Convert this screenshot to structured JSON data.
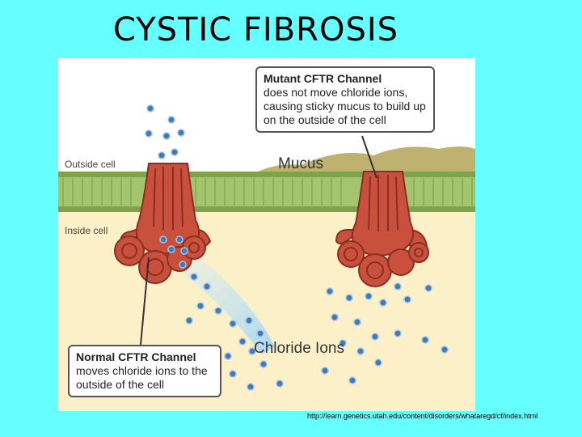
{
  "slide": {
    "title": "CYSTIC FIBROSIS",
    "source_url": "http://learn.genetics.utah.edu/content/disorders/whataregd/cf/index.html"
  },
  "figure": {
    "labels": {
      "outside_cell": "Outside cell",
      "inside_cell": "Inside cell",
      "mucus": "Mucus",
      "chloride_ions": "Chloride Ions"
    },
    "mutant_callout": {
      "heading": "Mutant CFTR Channel",
      "body": "does not move chloride ions, causing sticky mucus to build up on the outside of the cell"
    },
    "normal_callout": {
      "heading": "Normal CFTR Channel",
      "body": "moves chloride ions to the outside of the cell"
    },
    "colors": {
      "page_background": "#66ffff",
      "membrane": "#9bbd63",
      "mucus": "#bfb271",
      "cytoplasm": "#fbf0c7",
      "channel_protein": "#c8503c",
      "ion": "#3f79b6"
    }
  }
}
